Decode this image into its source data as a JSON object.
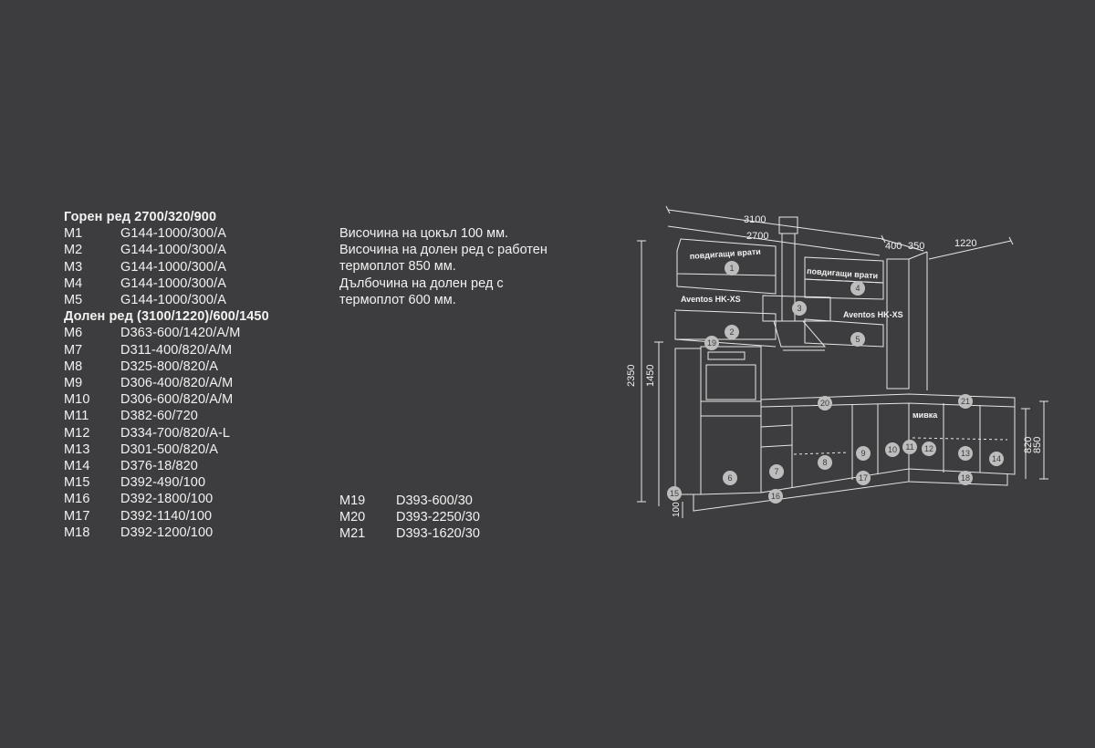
{
  "upper_row": {
    "title": "Горен ред 2700/320/900",
    "items": [
      {
        "code": "M1",
        "value": "G144-1000/300/A"
      },
      {
        "code": "M2",
        "value": "G144-1000/300/A"
      },
      {
        "code": "M3",
        "value": "G144-1000/300/A"
      },
      {
        "code": "M4",
        "value": "G144-1000/300/A"
      },
      {
        "code": "M5",
        "value": "G144-1000/300/A"
      }
    ]
  },
  "lower_row": {
    "title": "Долен ред (3100/1220)/600/1450",
    "items": [
      {
        "code": "M6",
        "value": "D363-600/1420/A/M"
      },
      {
        "code": "M7",
        "value": "D311-400/820/A/M"
      },
      {
        "code": "M8",
        "value": "D325-800/820/A"
      },
      {
        "code": "M9",
        "value": "D306-400/820/A/M"
      },
      {
        "code": "M10",
        "value": "D306-600/820/A/M"
      },
      {
        "code": "M11",
        "value": "D382-60/720"
      },
      {
        "code": "M12",
        "value": "D334-700/820/A-L"
      },
      {
        "code": "M13",
        "value": "D301-500/820/A"
      },
      {
        "code": "M14",
        "value": "D376-18/820"
      },
      {
        "code": "M15",
        "value": "D392-490/100"
      },
      {
        "code": "M16",
        "value": "D392-1800/100"
      },
      {
        "code": "M17",
        "value": "D392-1140/100"
      },
      {
        "code": "M18",
        "value": "D392-1200/100"
      }
    ]
  },
  "extra_items": [
    {
      "code": "M19",
      "value": "D393-600/30"
    },
    {
      "code": "M20",
      "value": "D393-2250/30"
    },
    {
      "code": "M21",
      "value": "D393-1620/30"
    }
  ],
  "notes": [
    "Височина на цокъл 100 мм.",
    "Височина на долен ред с работен",
    "термоплот 850 мм.",
    "Дълбочина на долен ред с",
    "термоплот 600 мм."
  ],
  "diagram": {
    "dimensions": {
      "top_width": "3100",
      "upper_width": "2700",
      "gap": "400",
      "side": "350",
      "right_width": "1220",
      "total_height": "2350",
      "lower_height": "1450",
      "plinth": "100",
      "base_height": "820",
      "counter_height": "850"
    },
    "labels": {
      "lift_doors_left": "повдигащи врати",
      "lift_doors_right": "повдигащи врати",
      "aventos_left": "Aventos HK-XS",
      "aventos_right": "Aventos HK-XS",
      "sink": "мивка"
    },
    "modules": [
      "1",
      "2",
      "3",
      "4",
      "5",
      "6",
      "7",
      "8",
      "9",
      "10",
      "11",
      "12",
      "13",
      "14",
      "15",
      "16",
      "17",
      "18",
      "19",
      "20",
      "21"
    ]
  },
  "colors": {
    "background": "#3d3d3f",
    "text": "#f2f2f2",
    "line": "#e6e6e6",
    "badge": "#bdbdbd"
  }
}
